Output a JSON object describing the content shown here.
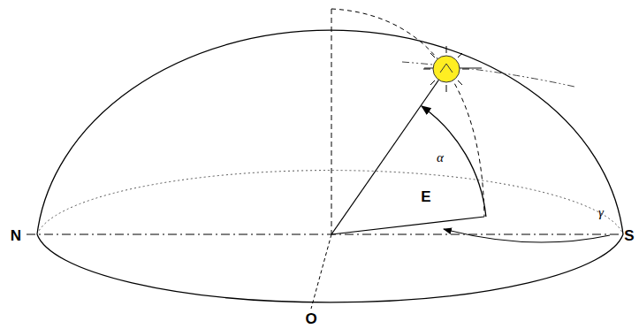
{
  "diagram": {
    "labels": [
      "N",
      "S",
      "O",
      "E",
      "α",
      "γ"
    ]
  }
}
